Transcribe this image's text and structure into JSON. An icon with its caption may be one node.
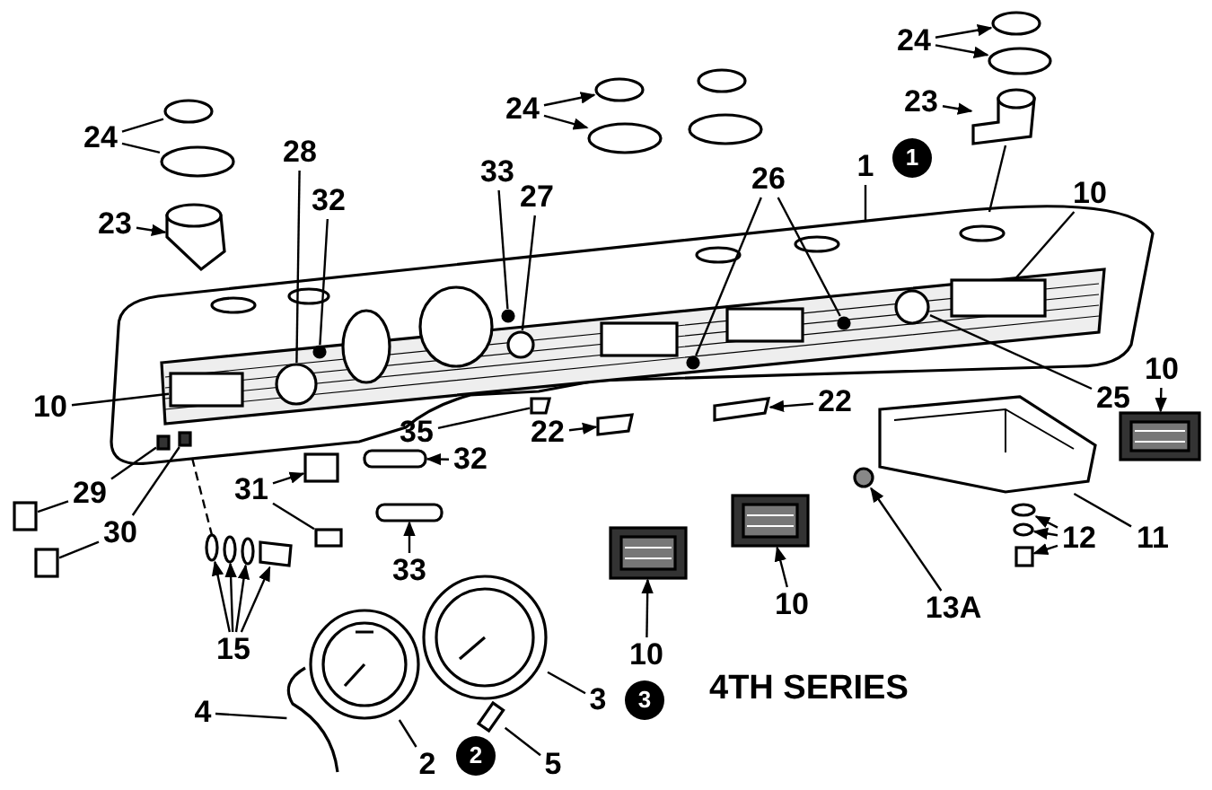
{
  "diagram": {
    "nodes": [
      {
        "text": [
          "24"
        ]
      },
      {
        "text": [
          "23"
        ]
      },
      {
        "text": [
          "28"
        ]
      },
      {
        "text": [
          "32"
        ]
      },
      {
        "text": [
          "33"
        ]
      },
      {
        "text": [
          "27"
        ]
      },
      {
        "text": [
          "24"
        ]
      },
      {
        "text": [
          "26"
        ]
      },
      {
        "text": [
          "1"
        ]
      },
      {
        "text": [
          "1"
        ]
      },
      {
        "text": [
          "24"
        ]
      },
      {
        "text": [
          "23"
        ]
      },
      {
        "text": [
          "10"
        ]
      },
      {
        "text": [
          "25"
        ]
      },
      {
        "text": [
          "10"
        ]
      },
      {
        "text": [
          "10"
        ]
      },
      {
        "text": [
          "35"
        ]
      },
      {
        "text": [
          "22"
        ]
      },
      {
        "text": [
          "22"
        ]
      },
      {
        "text": [
          "29"
        ]
      },
      {
        "text": [
          "30"
        ]
      },
      {
        "text": [
          "31"
        ]
      },
      {
        "text": [
          "32"
        ]
      },
      {
        "text": [
          "33"
        ]
      },
      {
        "text": [
          "15"
        ]
      },
      {
        "text": [
          "4"
        ]
      },
      {
        "text": [
          "2"
        ]
      },
      {
        "text": [
          "2"
        ]
      },
      {
        "text": [
          "5"
        ]
      },
      {
        "text": [
          "3"
        ]
      },
      {
        "text": [
          "3"
        ]
      },
      {
        "text": [
          "10"
        ]
      },
      {
        "text": [
          "10"
        ]
      },
      {
        "text": [
          "13A"
        ]
      },
      {
        "text": [
          "12"
        ]
      },
      {
        "text": [
          "11"
        ]
      },
      {
        "text": [],
        "shape": "picture"
      },
      {
        "text": [],
        "shape": "circle",
        "in": 36
      },
      {
        "text": [],
        "shape": "circle",
        "in": 36
      },
      {
        "text": [],
        "shape": "circle",
        "in": 36
      },
      {
        "text": [],
        "shape": "circle",
        "in": 36
      },
      {
        "text": [],
        "shape": "circle",
        "in": 36
      },
      {
        "text": [],
        "shape": "circle",
        "in": 36
      },
      {
        "text": [],
        "shape": "box",
        "in": 36
      },
      {
        "text": [],
        "shape": "circle",
        "in": 36
      },
      {
        "text": [],
        "shape": "box",
        "in": 36
      },
      {
        "text": [],
        "shape": "box",
        "in": 36
      },
      {
        "text": [],
        "shape": "box",
        "in": 36
      },
      {
        "text": [],
        "shape": "ellipse"
      },
      {
        "text": [],
        "shape": "ellipse"
      },
      {
        "text": [],
        "shape": "picture"
      },
      {
        "text": [],
        "shape": "ellipse"
      },
      {
        "text": [],
        "shape": "ellipse"
      },
      {
        "text": [],
        "shape": "ellipse"
      },
      {
        "text": [],
        "shape": "ellipse"
      },
      {
        "text": [],
        "shape": "picture"
      },
      {
        "text": [],
        "shape": "picture"
      },
      {
        "text": [],
        "shape": "box"
      },
      {
        "text": [],
        "shape": "box"
      },
      {
        "text": [],
        "shape": "box"
      },
      {
        "text": [],
        "shape": "box"
      },
      {
        "text": [],
        "shape": "box"
      },
      {
        "text": [],
        "shape": "box"
      },
      {
        "text": [],
        "shape": "box"
      },
      {
        "text": [],
        "shape": "box"
      },
      {
        "text": [],
        "shape": "box"
      },
      {
        "text": [],
        "shape": "ellipse"
      },
      {
        "text": [],
        "shape": "ellipse"
      },
      {
        "text": [],
        "shape": "ellipse"
      },
      {
        "text": [],
        "shape": "box"
      },
      {
        "text": [],
        "shape": "picture"
      },
      {
        "text": [],
        "shape": "picture"
      },
      {
        "text": [],
        "shape": "box"
      },
      {
        "text": [],
        "shape": "picture"
      },
      {
        "text": [],
        "shape": "picture"
      },
      {
        "text": [],
        "shape": "picture"
      },
      {
        "text": [],
        "shape": "circle"
      },
      {
        "text": [],
        "shape": "ellipse"
      },
      {
        "text": [],
        "shape": "ellipse"
      },
      {
        "text": [],
        "shape": "box"
      },
      {
        "text": [],
        "shape": "picture"
      }
    ],
    "edges": [
      {
        "from": 0,
        "to": 48,
        "arrow": "none"
      },
      {
        "from": 0,
        "to": 49,
        "arrow": "none"
      },
      {
        "from": 1,
        "to": 50,
        "arrow": "to"
      },
      {
        "from": 2,
        "to": 37,
        "arrow": "none"
      },
      {
        "from": 3,
        "to": 38,
        "arrow": "none"
      },
      {
        "from": 4,
        "to": 39,
        "arrow": "none"
      },
      {
        "from": 5,
        "to": 40,
        "arrow": "none"
      },
      {
        "from": 6,
        "to": 51,
        "arrow": "to"
      },
      {
        "from": 6,
        "to": 52,
        "arrow": "to"
      },
      {
        "from": 7,
        "to": 41,
        "arrow": "none"
      },
      {
        "from": 7,
        "to": 42,
        "arrow": "none"
      },
      {
        "from": 8,
        "to": 36,
        "arrow": "none"
      },
      {
        "from": 10,
        "to": 53,
        "arrow": "to"
      },
      {
        "from": 10,
        "to": 54,
        "arrow": "to"
      },
      {
        "from": 11,
        "to": 55,
        "arrow": "to"
      },
      {
        "from": 12,
        "to": 43,
        "arrow": "none"
      },
      {
        "from": 13,
        "to": 44,
        "arrow": "none"
      },
      {
        "from": 14,
        "to": 56,
        "arrow": "to"
      },
      {
        "from": 15,
        "to": 45,
        "arrow": "none"
      },
      {
        "from": 16,
        "to": 57,
        "arrow": "none"
      },
      {
        "from": 17,
        "to": 58,
        "arrow": "to"
      },
      {
        "from": 18,
        "to": 59,
        "arrow": "to"
      },
      {
        "from": 19,
        "to": 46,
        "arrow": "none"
      },
      {
        "from": 19,
        "to": 60,
        "arrow": "none"
      },
      {
        "from": 20,
        "to": 47,
        "arrow": "none"
      },
      {
        "from": 20,
        "to": 61,
        "arrow": "none"
      },
      {
        "from": 21,
        "to": 62,
        "arrow": "to"
      },
      {
        "from": 21,
        "to": 63,
        "arrow": "none"
      },
      {
        "from": 22,
        "to": 64,
        "arrow": "to"
      },
      {
        "from": 23,
        "to": 65,
        "arrow": "to"
      },
      {
        "from": 24,
        "to": 66,
        "arrow": "to"
      },
      {
        "from": 24,
        "to": 67,
        "arrow": "to"
      },
      {
        "from": 24,
        "to": 68,
        "arrow": "to"
      },
      {
        "from": 24,
        "to": 69,
        "arrow": "to"
      },
      {
        "from": 25,
        "to": 70,
        "arrow": "none"
      },
      {
        "from": 26,
        "to": 71,
        "arrow": "none"
      },
      {
        "from": 28,
        "to": 72,
        "arrow": "none"
      },
      {
        "from": 29,
        "to": 73,
        "arrow": "none"
      },
      {
        "from": 31,
        "to": 74,
        "arrow": "to"
      },
      {
        "from": 32,
        "to": 75,
        "arrow": "to"
      },
      {
        "from": 33,
        "to": 76,
        "arrow": "to"
      },
      {
        "from": 34,
        "to": 77,
        "arrow": "to"
      },
      {
        "from": 34,
        "to": 78,
        "arrow": "to"
      },
      {
        "from": 34,
        "to": 79,
        "arrow": "to"
      },
      {
        "from": 35,
        "to": 80,
        "arrow": "none"
      },
      {
        "from": 55,
        "to": 36,
        "arrow": "none"
      },
      {
        "from": 36,
        "to": 66,
        "arrow": "none",
        "style": "dashed"
      }
    ],
    "labels": [
      "4TH SERIES"
    ]
  }
}
